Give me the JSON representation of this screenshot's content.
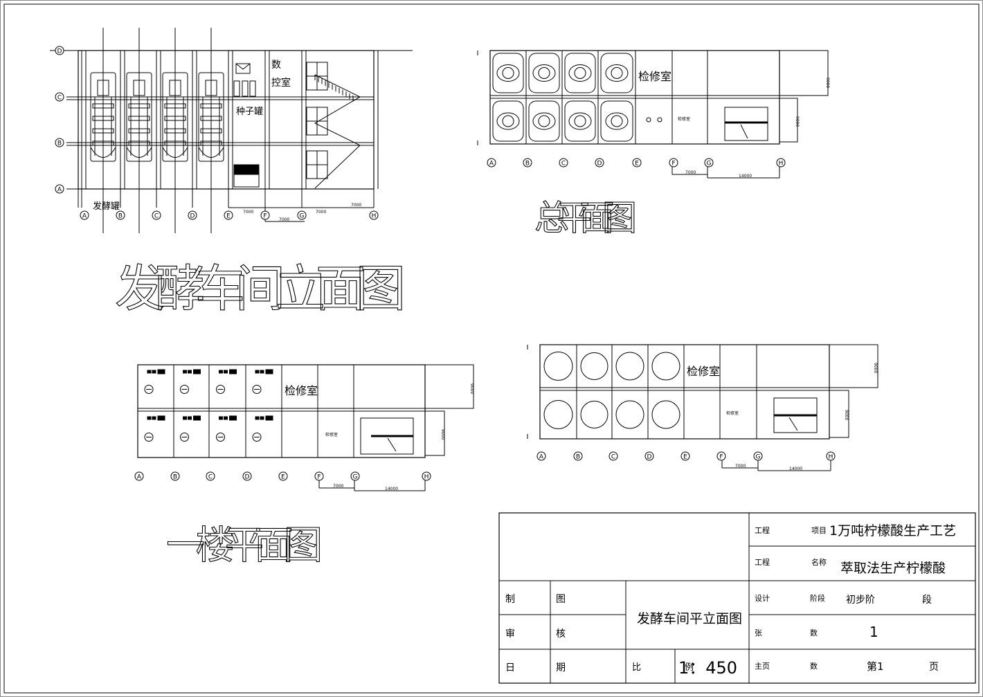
{
  "elevation": {
    "title": "发酵车间立面图",
    "label_fermenter": "发酵罐",
    "label_seed_tank": "种子罐",
    "label_control_1": "数",
    "label_control_2": "控室",
    "dims": [
      "7000",
      "7000",
      "7000",
      "7000"
    ],
    "axis_rows": [
      "D",
      "C",
      "B",
      "A"
    ],
    "axis_cols": [
      "A",
      "B",
      "C",
      "D",
      "E",
      "F",
      "G",
      "H"
    ]
  },
  "site_plan": {
    "title": "总平面图",
    "repair_room": "检修室",
    "small_room": "检修室",
    "dim_7000": "7000",
    "dim_14000": "14000",
    "dim_9000_a": "9000",
    "dim_9000_b": "9000",
    "axis_cols": [
      "A",
      "B",
      "C",
      "D",
      "E",
      "F",
      "G",
      "H"
    ]
  },
  "first_floor": {
    "title": "一楼平面图",
    "repair_room": "检修室",
    "small_room": "检修室",
    "dim_7000": "7000",
    "dim_14000": "14000",
    "dim_9000_a": "9000",
    "dim_9000_b": "9000",
    "axis_cols": [
      "A",
      "B",
      "C",
      "D",
      "E",
      "F",
      "G",
      "H"
    ]
  },
  "second_plan": {
    "repair_room": "检修室",
    "small_room": "检修室",
    "dim_7000": "7000",
    "dim_14000": "14000",
    "dim_9000_a": "9000",
    "dim_9000_b": "9000",
    "axis_cols": [
      "A",
      "B",
      "C",
      "D",
      "E",
      "F",
      "G",
      "H"
    ]
  },
  "title_block": {
    "project_label_1": "工程",
    "project_label_2": "项目",
    "project_value": "1万吨柠檬酸生产工艺",
    "name_label_1": "工程",
    "name_label_2": "名称",
    "name_value": "萃取法生产柠檬酸",
    "draw_1": "制",
    "draw_2": "图",
    "check_1": "审",
    "check_2": "核",
    "date_1": "日",
    "date_2": "期",
    "drawing_name": "发酵车间平立面图",
    "design": "设计",
    "stage_label": "阶段",
    "stage_value_1": "初步阶",
    "stage_value_2": "段",
    "sheet_label_1": "张",
    "sheet_label_2": "数",
    "sheet_value": "1",
    "scale_label": "比",
    "scale_label_2": "例",
    "scale_value": "1：450",
    "main_page_1": "主页",
    "main_page_2": "数",
    "page_value_1": "第1",
    "page_value_2": "页"
  }
}
